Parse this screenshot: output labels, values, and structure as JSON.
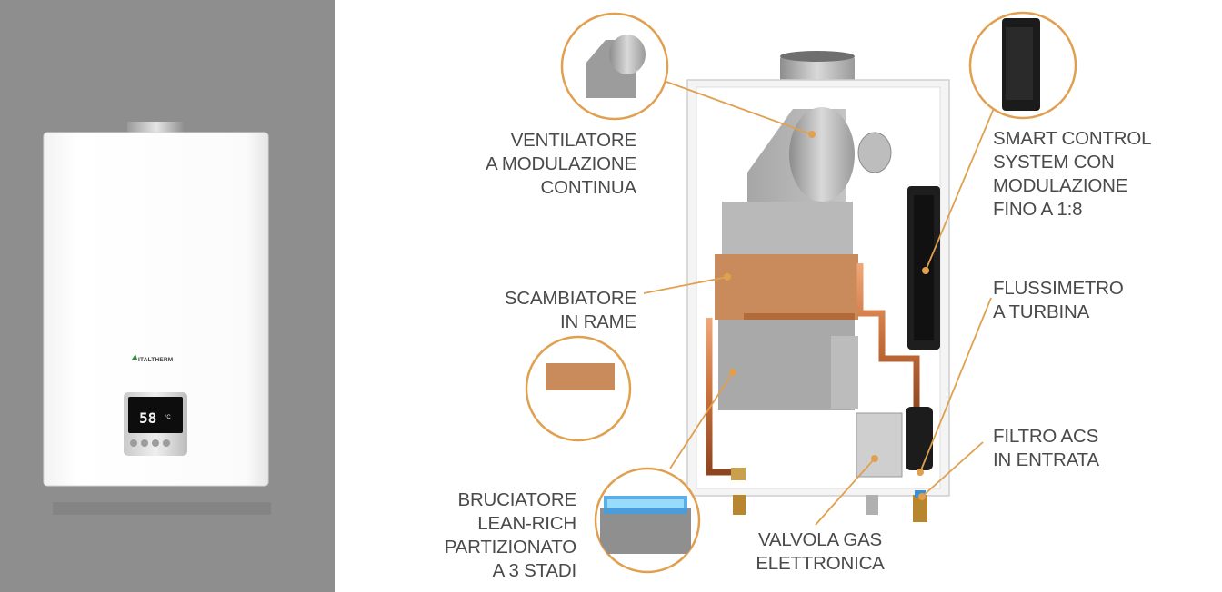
{
  "product": {
    "brand": "ITALTHERM",
    "display_temperature": "58",
    "display_unit": "°C"
  },
  "callouts": {
    "fan": [
      "VENTILATORE",
      "A MODULAZIONE",
      "CONTINUA"
    ],
    "exchanger": [
      "SCAMBIATORE",
      "IN RAME"
    ],
    "burner": [
      "BRUCIATORE",
      "LEAN-RICH",
      "PARTIZIONATO",
      "A 3 STADI"
    ],
    "gas_valve": [
      "VALVOLA GAS",
      "ELETTRONICA"
    ],
    "smart_control": [
      "SMART CONTROL",
      "SYSTEM CON",
      "MODULAZIONE",
      "FINO A 1:8"
    ],
    "flowmeter": [
      "FLUSSIMETRO",
      "A TURBINA"
    ],
    "filter": [
      "FILTRO ACS",
      "IN ENTRATA"
    ]
  },
  "colors": {
    "accent": "#e0a050",
    "copper": "#c8703a",
    "wall": "#8e8e8e",
    "text": "#4a4a4a"
  }
}
